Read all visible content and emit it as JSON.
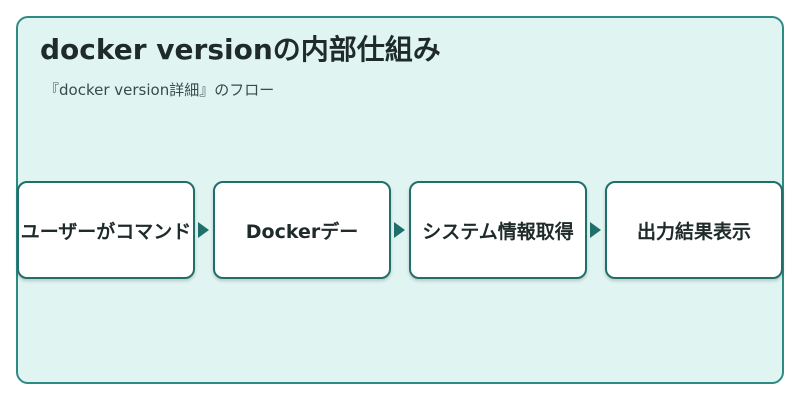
{
  "diagram": {
    "title": "docker versionの内部仕組み",
    "subtitle": "『docker version詳細』のフロー",
    "steps": [
      {
        "label": "ユーザーがコマンド"
      },
      {
        "label": "Dockerデー"
      },
      {
        "label": "システム情報取得"
      },
      {
        "label": "出力結果表示"
      }
    ]
  },
  "colors": {
    "panel_background": "#e0f4f2",
    "panel_border": "#2e8b83",
    "box_border": "#1f6f6a",
    "arrow": "#1f6f6a"
  }
}
